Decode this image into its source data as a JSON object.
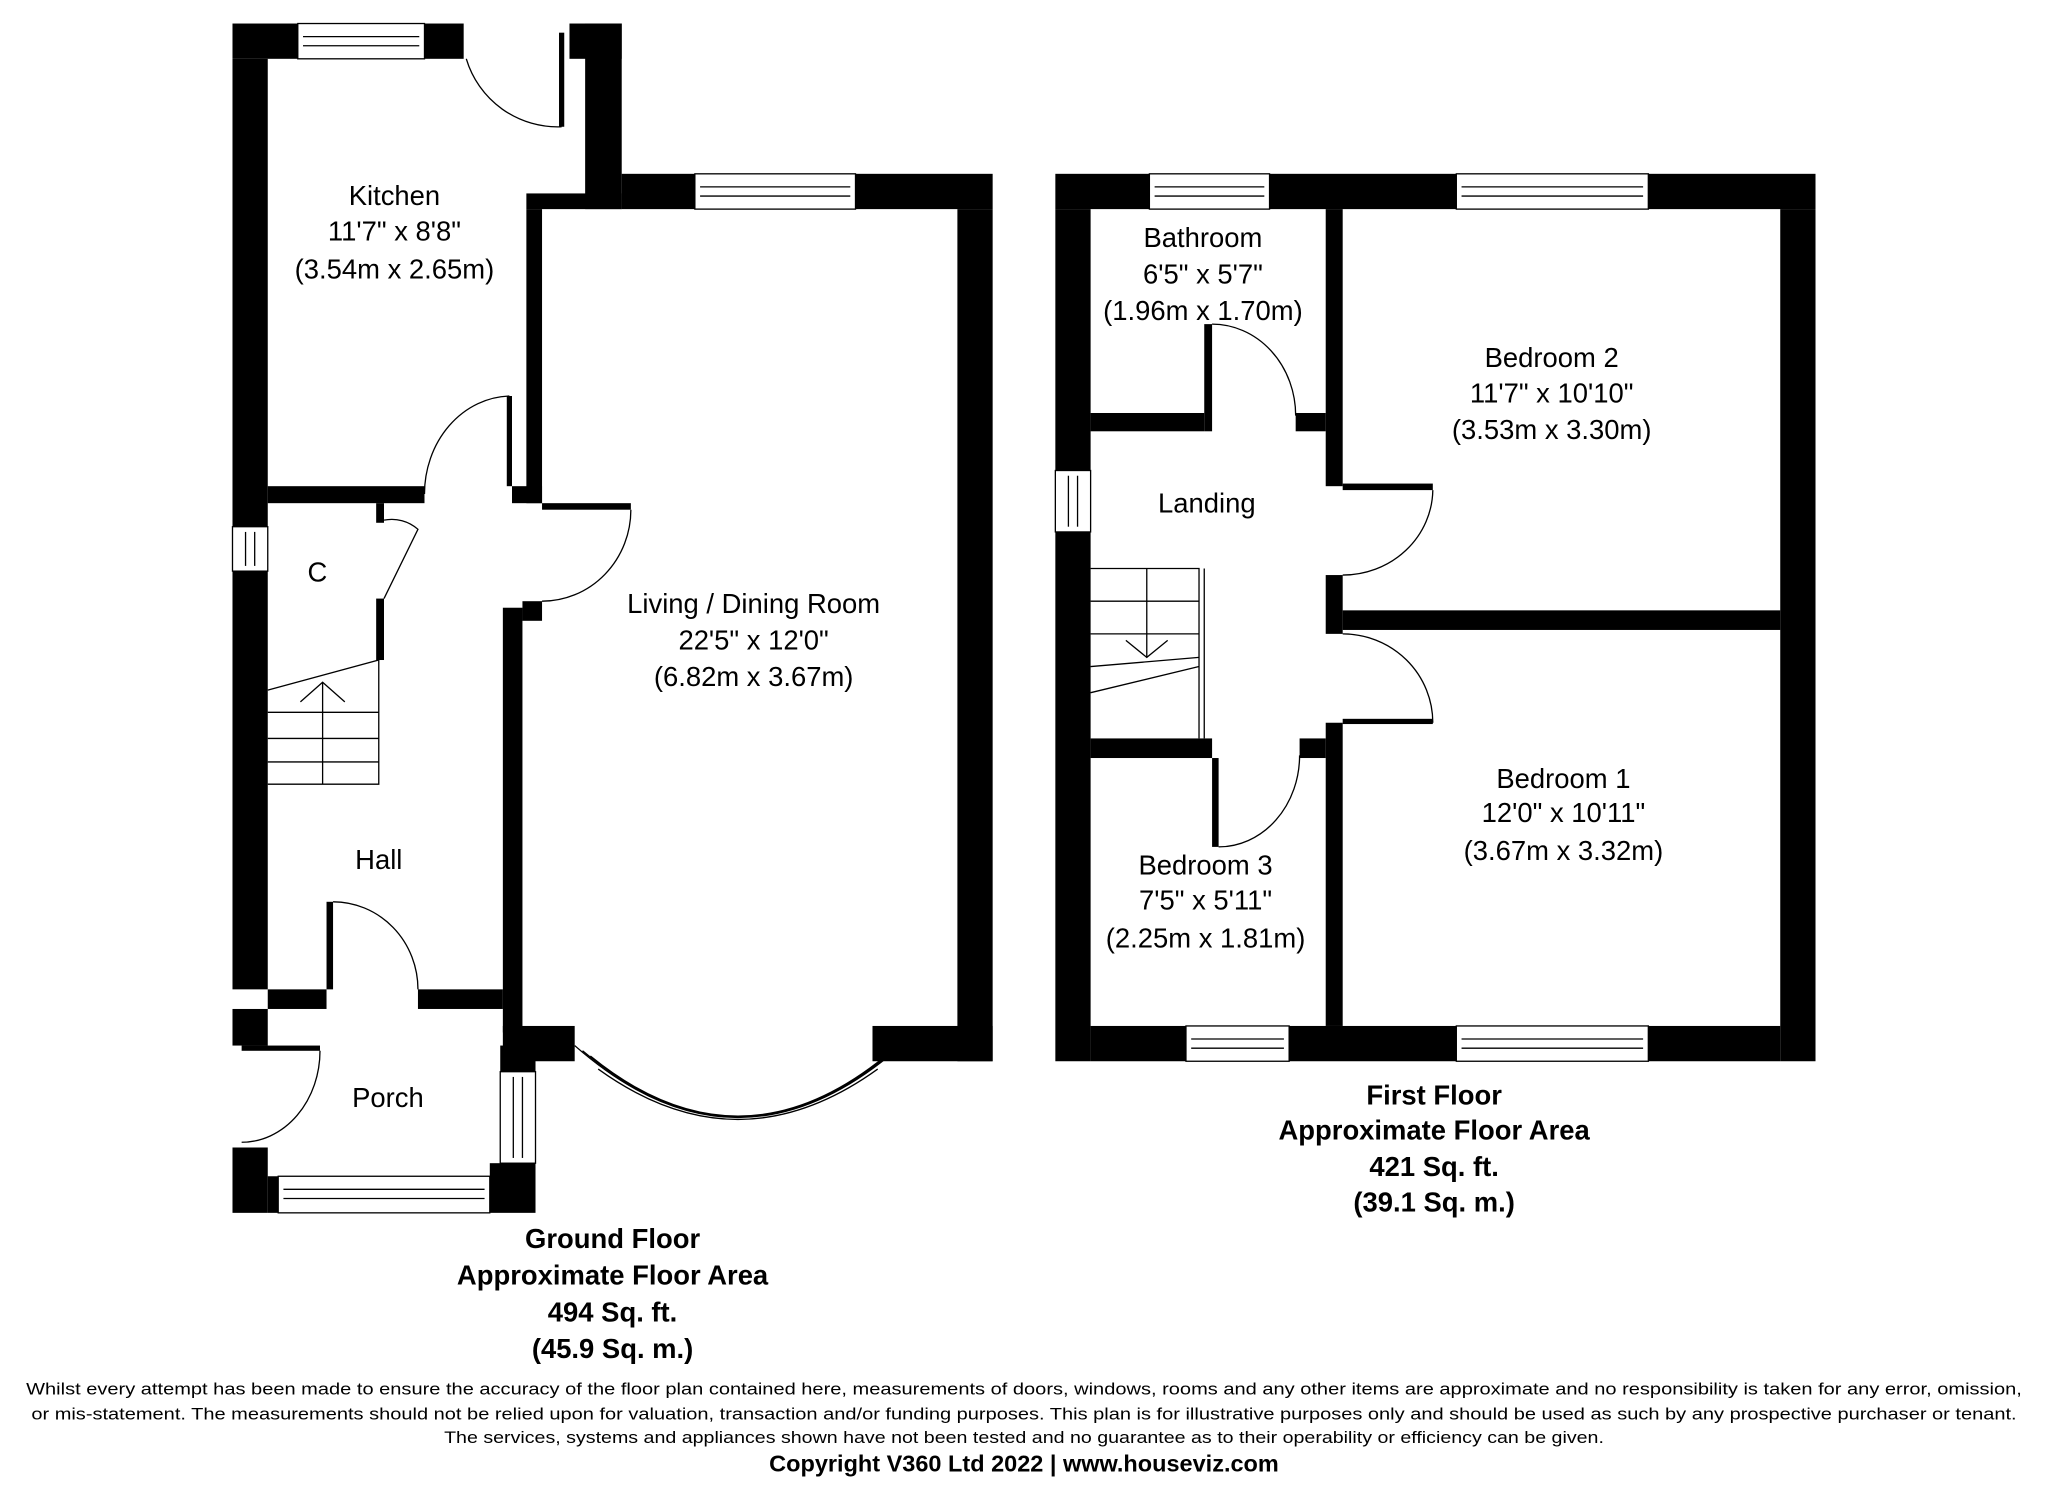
{
  "ground_floor": {
    "rooms": {
      "kitchen": {
        "name": "Kitchen",
        "imperial": "11'7\" x 8'8\"",
        "metric": "(3.54m x 2.65m)"
      },
      "living": {
        "name": "Living / Dining Room",
        "imperial": "22'5\" x 12'0\"",
        "metric": "(6.82m x 3.67m)"
      },
      "cupboard": {
        "name": "C"
      },
      "hall": {
        "name": "Hall"
      },
      "porch": {
        "name": "Porch"
      }
    },
    "summary": {
      "title": "Ground Floor",
      "subtitle": "Approximate Floor Area",
      "sqft": "494 Sq. ft.",
      "sqm": "(45.9 Sq. m.)"
    }
  },
  "first_floor": {
    "rooms": {
      "bathroom": {
        "name": "Bathroom",
        "imperial": "6'5\" x 5'7\"",
        "metric": "(1.96m x 1.70m)"
      },
      "bedroom2": {
        "name": "Bedroom 2",
        "imperial": "11'7\" x 10'10\"",
        "metric": "(3.53m x 3.30m)"
      },
      "landing": {
        "name": "Landing"
      },
      "bedroom1": {
        "name": "Bedroom 1",
        "imperial": "12'0\" x 10'11\"",
        "metric": "(3.67m x 3.32m)"
      },
      "bedroom3": {
        "name": "Bedroom 3",
        "imperial": "7'5\" x 5'11\"",
        "metric": "(2.25m x 1.81m)"
      }
    },
    "summary": {
      "title": "First Floor",
      "subtitle": "Approximate Floor Area",
      "sqft": "421 Sq. ft.",
      "sqm": "(39.1 Sq. m.)"
    }
  },
  "footer": {
    "disclaimer": [
      "Whilst every attempt has been made to ensure the accuracy of the floor plan contained here, measurements of doors, windows, rooms and any other items are approximate and no responsibility is taken for any error, omission,",
      "or mis-statement. The measurements should not be relied upon for valuation, transaction and/or funding purposes. This plan is for illustrative purposes only and should be used as such by any prospective purchaser or tenant.",
      "The services, systems and appliances shown have not been tested and no guarantee as to their operability or efficiency can be given."
    ],
    "copyright": "Copyright V360 Ltd 2022 | www.houseviz.com"
  }
}
